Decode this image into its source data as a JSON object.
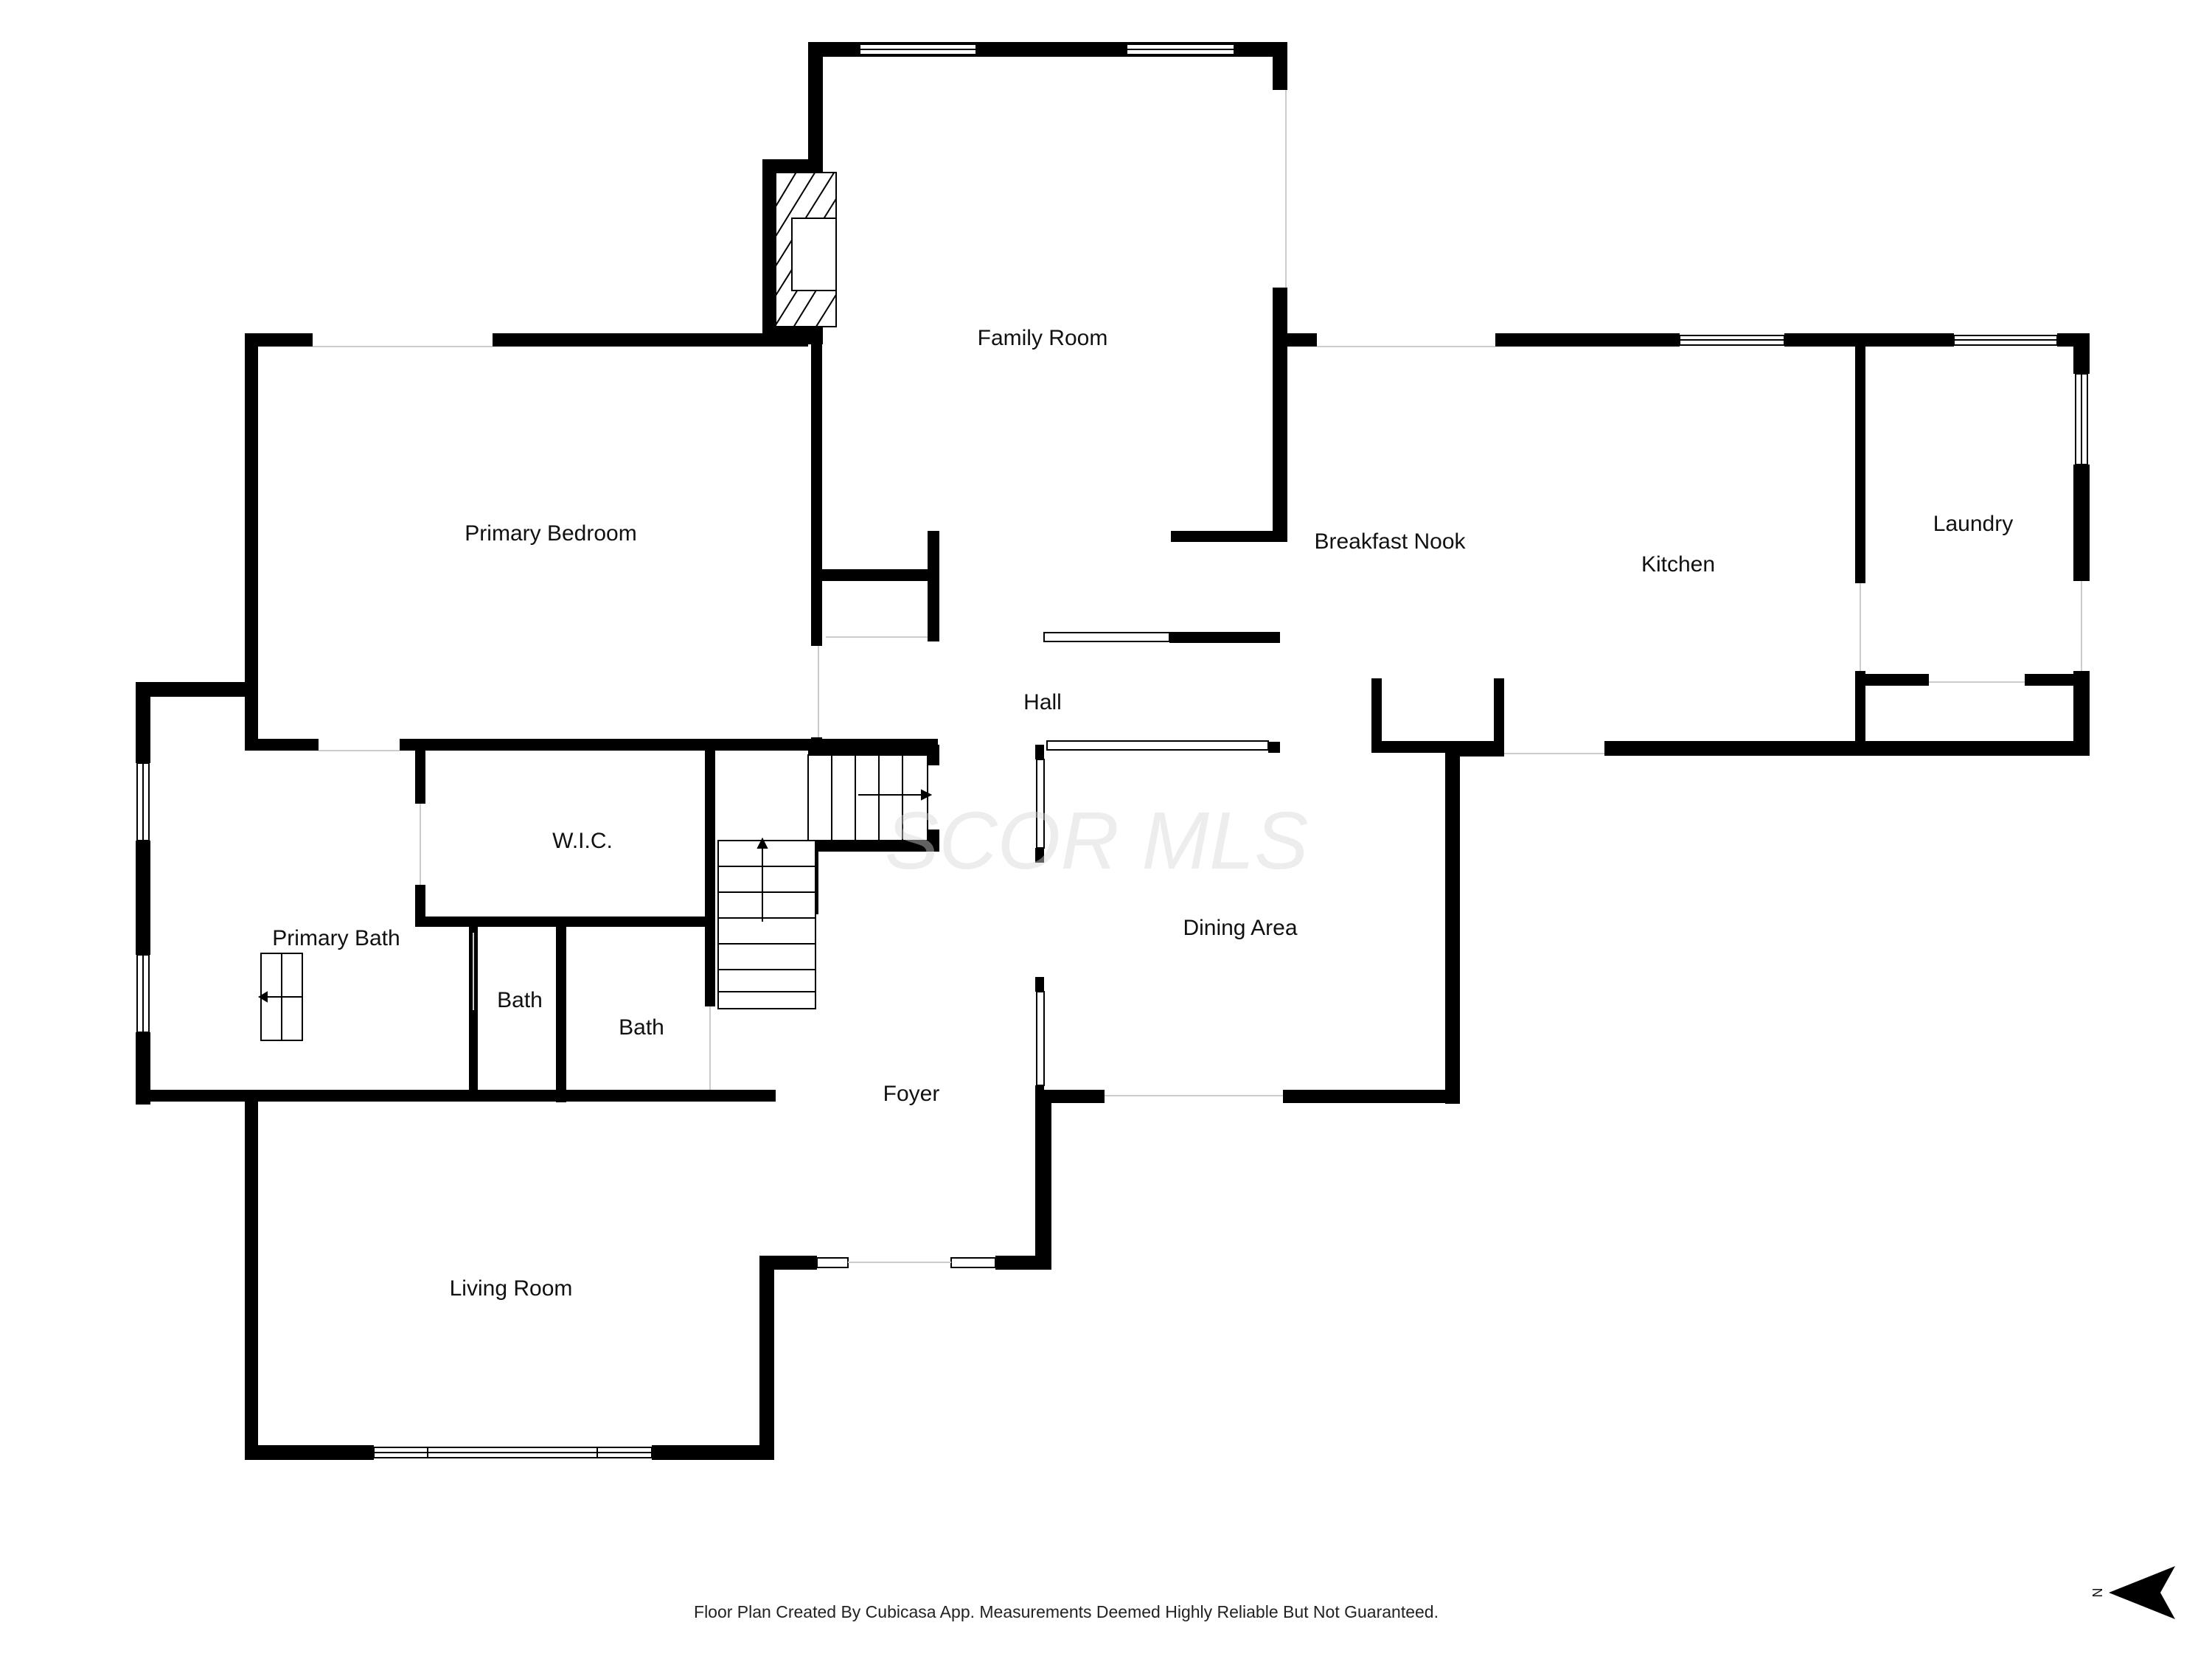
{
  "rooms": {
    "family_room": "Family Room",
    "primary_bedroom": "Primary Bedroom",
    "breakfast_nook": "Breakfast Nook",
    "kitchen": "Kitchen",
    "laundry": "Laundry",
    "hall": "Hall",
    "wic": "W.I.C.",
    "primary_bath": "Primary Bath",
    "bath_1": "Bath",
    "bath_2": "Bath",
    "dining_area": "Dining Area",
    "foyer": "Foyer",
    "living_room": "Living Room"
  },
  "watermark": "SCOR MLS",
  "footer": "Floor Plan Created By Cubicasa App. Measurements Deemed Highly Reliable But Not Guaranteed.",
  "compass": {
    "letter": "N",
    "icon": "north-arrow-icon"
  },
  "colors": {
    "wall": "#000000",
    "background": "#ffffff",
    "window": "#ffffff",
    "text": "#111111"
  }
}
